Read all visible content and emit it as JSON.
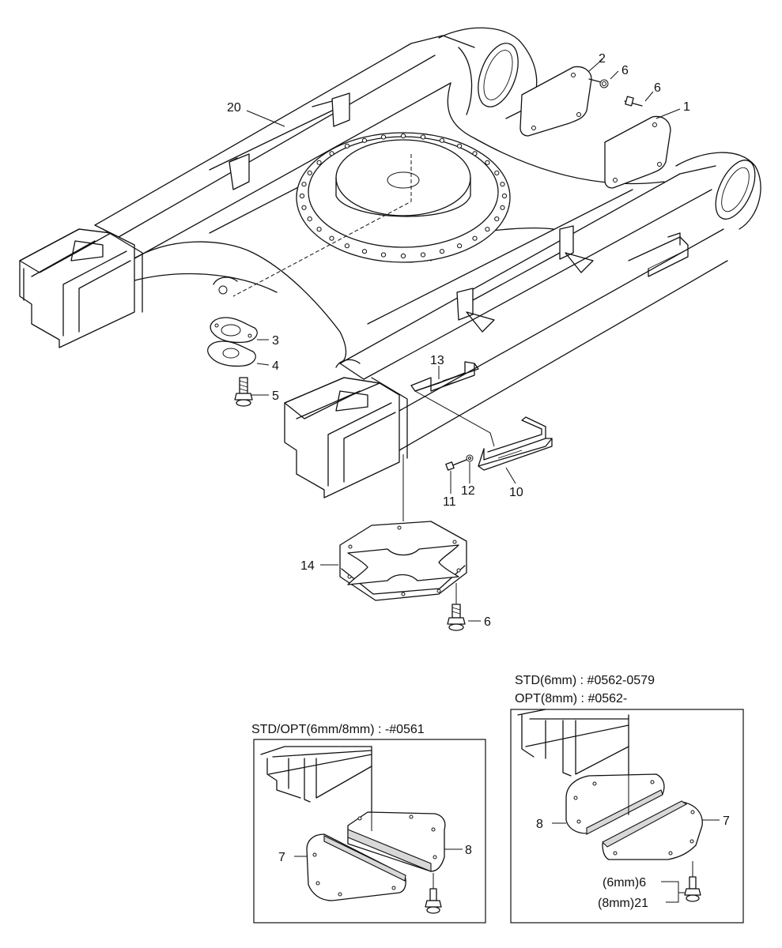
{
  "callouts": {
    "c1": "1",
    "c2": "2",
    "c3": "3",
    "c4": "4",
    "c5": "5",
    "c6a": "6",
    "c6b": "6",
    "c6c": "6",
    "c10": "10",
    "c11": "11",
    "c12": "12",
    "c13": "13",
    "c14": "14",
    "c20": "20",
    "left_inset_7": "7",
    "left_inset_8": "8",
    "right_inset_7": "7",
    "right_inset_8": "8",
    "right_inset_6mm": "(6mm)6",
    "right_inset_8mm": "(8mm)21"
  },
  "insets": {
    "left_caption": "STD/OPT(6mm/8mm) : -#0561",
    "right_caption_line1": "STD(6mm) : #0562-0579",
    "right_caption_line2": "OPT(8mm) : #0562-"
  }
}
